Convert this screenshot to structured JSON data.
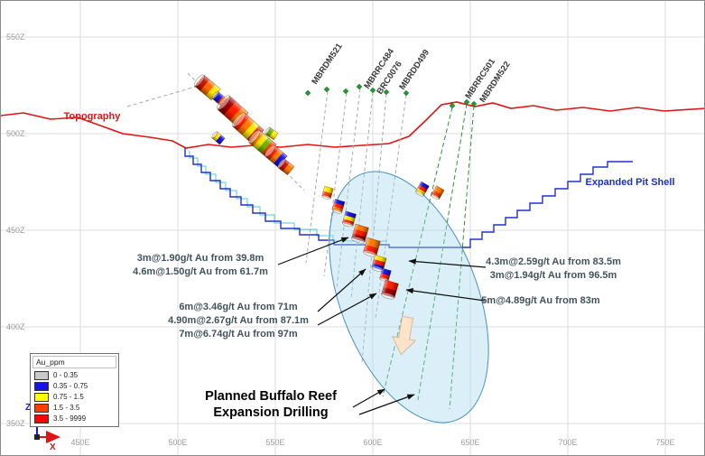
{
  "axis": {
    "z": [
      "550Z",
      "500Z",
      "450Z",
      "400Z",
      "350Z"
    ],
    "e": [
      "450E",
      "500E",
      "550E",
      "600E",
      "650E",
      "700E",
      "750E"
    ]
  },
  "map_labels": {
    "topography": "Topography",
    "expanded_pit_shell": "Expanded Pit Shell"
  },
  "drillholes": {
    "labels": [
      "MBRDM521",
      "MBRRC484",
      "BRC0076",
      "MBRDD499",
      "MBRRC501",
      "MBRDM522"
    ]
  },
  "annotations": {
    "left_upper": [
      "3m@1.90g/t Au from 39.8m",
      "4.6m@1.50g/t Au from 61.7m"
    ],
    "left_lower": [
      "6m@3.46g/t Au from 71m",
      "4.90m@2.67g/t Au from 87.1m",
      "7m@6.74g/t Au from 97m"
    ],
    "right_upper": [
      "4.3m@2.59g/t Au from 83.5m",
      "3m@1.94g/t Au from 96.5m"
    ],
    "right_lower": [
      "5m@4.89g/t Au from 83m"
    ],
    "planned": [
      "Planned Buffalo Reef",
      "Expansion Drilling"
    ]
  },
  "legend": {
    "title": "Au_ppm",
    "entries": [
      {
        "label": "0 - 0.35",
        "color": "#c9c9c9"
      },
      {
        "label": "0.35 - 0.75",
        "color": "#1414e6"
      },
      {
        "label": "0.75 - 1.5",
        "color": "#ffff00"
      },
      {
        "label": "1.5 - 3.5",
        "color": "#ff3c00"
      },
      {
        "label": "3.5 - 9999",
        "color": "#ff0000"
      }
    ]
  },
  "compass": {
    "z": "Z",
    "x": "X"
  },
  "colors": {
    "topography": "#e01414",
    "pit_shell": "#2230c8",
    "planned_area_fill": "#cfe9f7",
    "planned_trace": "#2f8f3a"
  }
}
